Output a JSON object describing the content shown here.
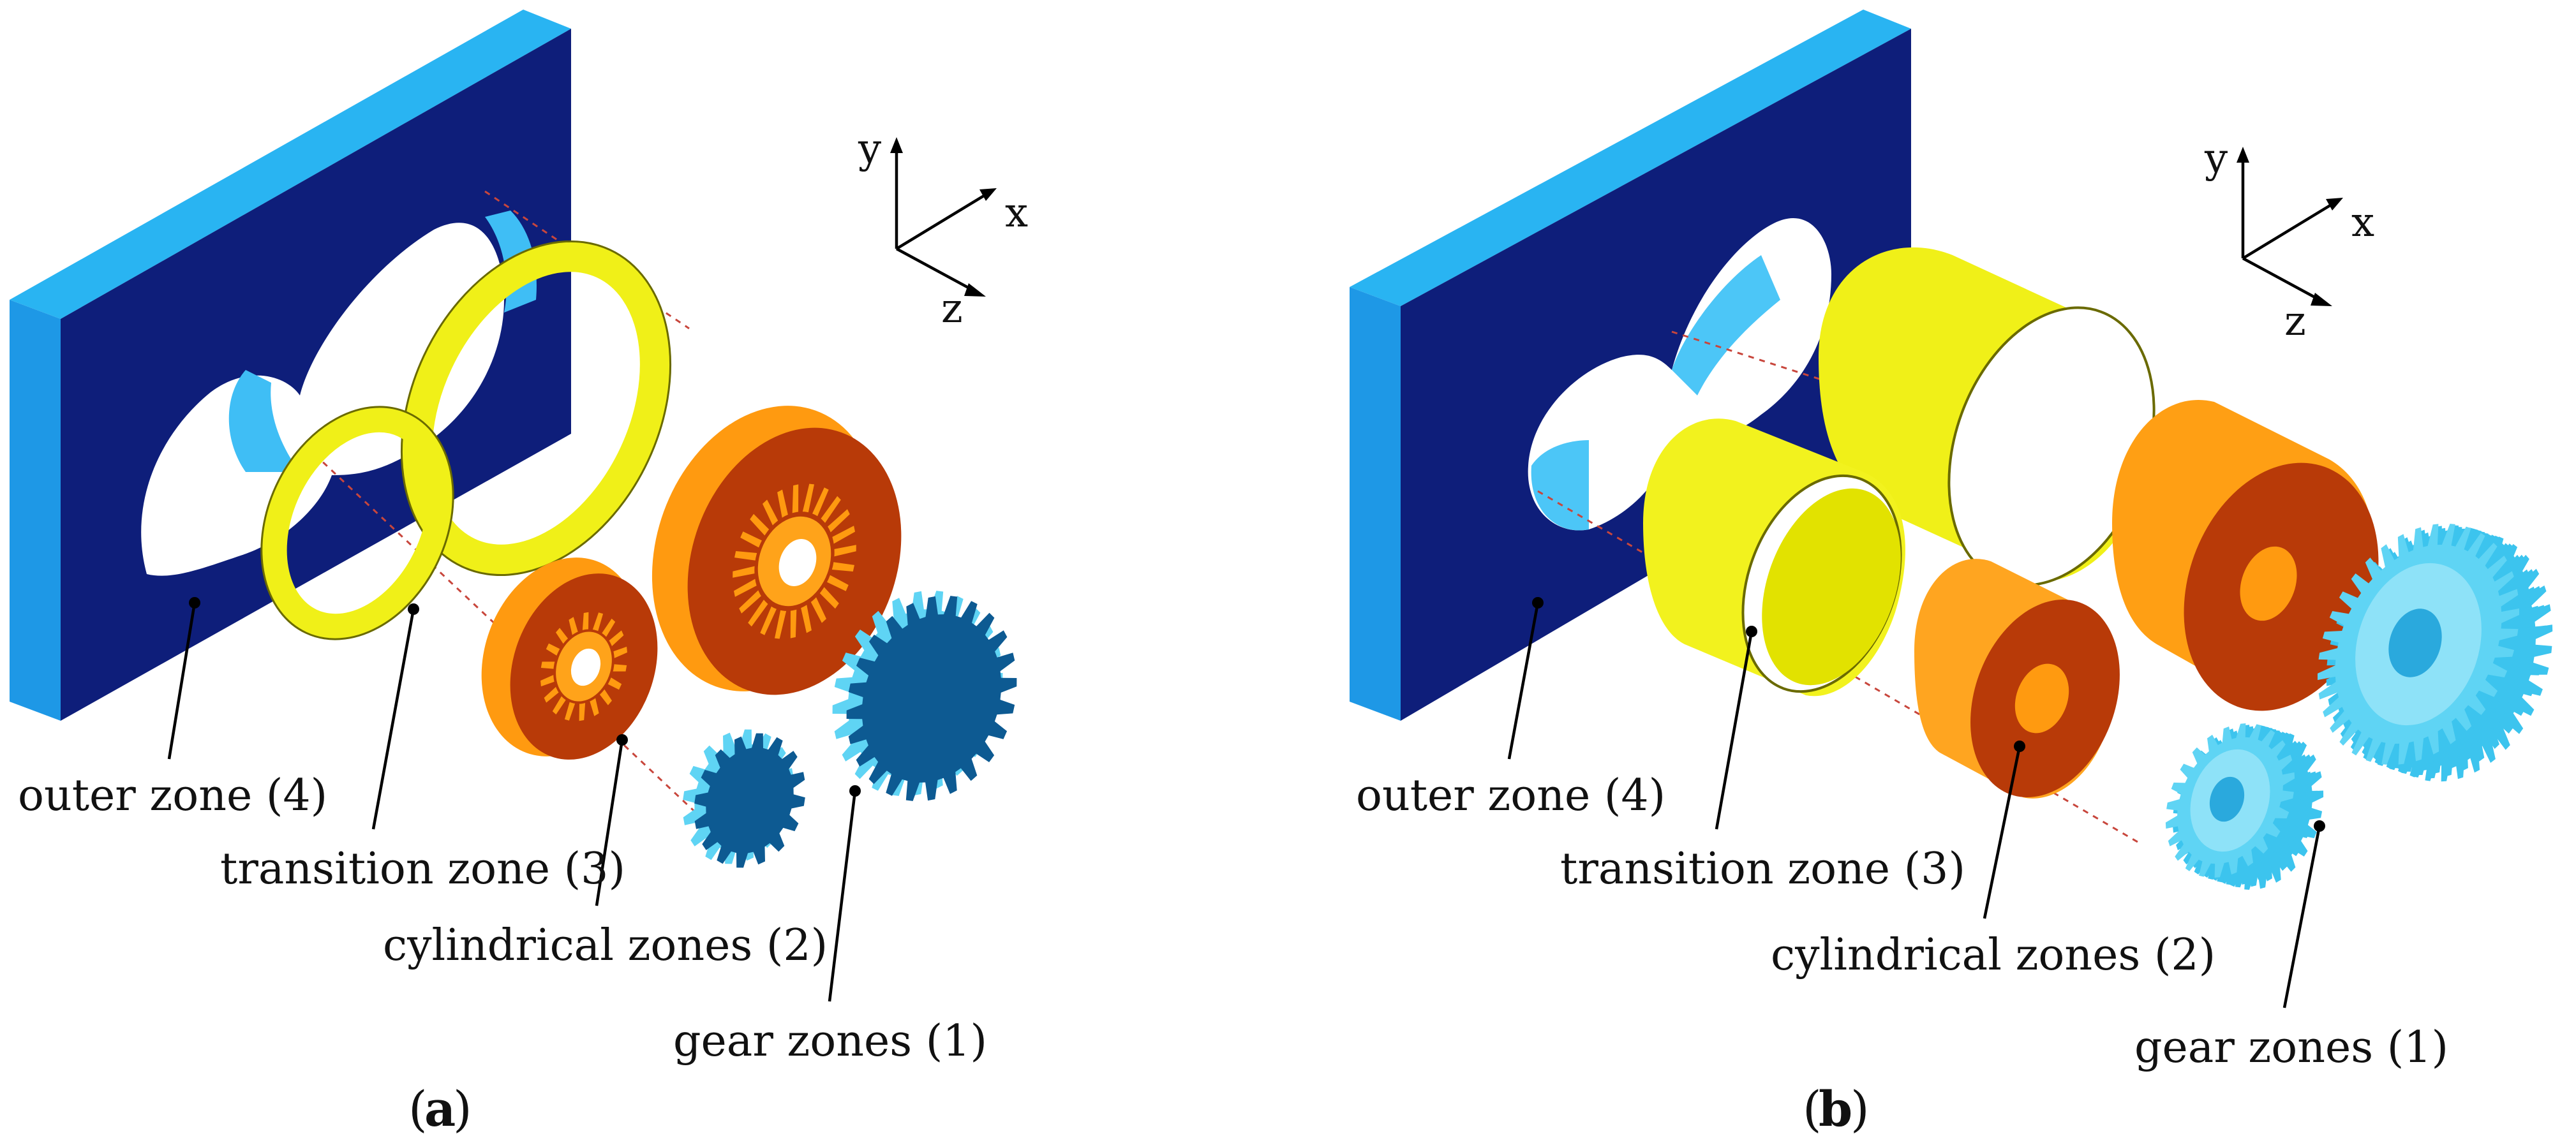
{
  "colors": {
    "outer_face": "#0e1e7a",
    "outer_top": "#1ea8ef",
    "outer_side": "#1a8ee0",
    "transition": "#f0f018",
    "transition_dark": "#c8c800",
    "cylinder_light": "#ffa31a",
    "cylinder_face": "#b83a08",
    "gear_light": "#5fd4f4",
    "gear_face": "#0d5a92"
  },
  "panels": [
    {
      "caption_letter": "a",
      "axes": {
        "y": "y",
        "x": "x",
        "z": "z"
      },
      "labels": {
        "outer": "outer zone (4)",
        "transition": "transition zone (3)",
        "cylindrical": "cylindrical zones (2)",
        "gear": "gear zones (1)"
      }
    },
    {
      "caption_letter": "b",
      "axes": {
        "y": "y",
        "x": "x",
        "z": "z"
      },
      "labels": {
        "outer": "outer zone (4)",
        "transition": "transition zone (3)",
        "cylindrical": "cylindrical zones (2)",
        "gear": "gear zones (1)"
      }
    }
  ]
}
